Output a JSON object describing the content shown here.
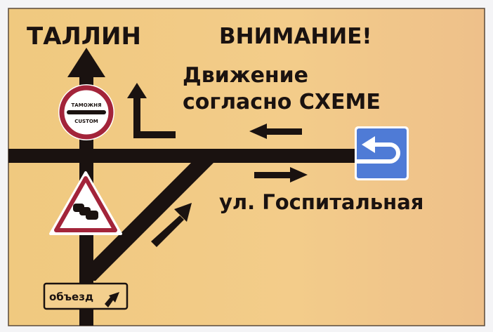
{
  "sign": {
    "destination": "ТАЛЛИН",
    "warning": "ВНИМАНИЕ!",
    "notice_line1": "Движение",
    "notice_line2": "согласно СХЕМЕ",
    "street": "ул. Госпитальная",
    "customs_top": "ТАМОЖНЯ",
    "customs_bottom": "CUSTOM",
    "detour": "объезд"
  },
  "colors": {
    "background": "#efc47e",
    "road": "#1a1210",
    "sign_red": "#a3243a",
    "uturn_blue": "#4f7bd6"
  }
}
